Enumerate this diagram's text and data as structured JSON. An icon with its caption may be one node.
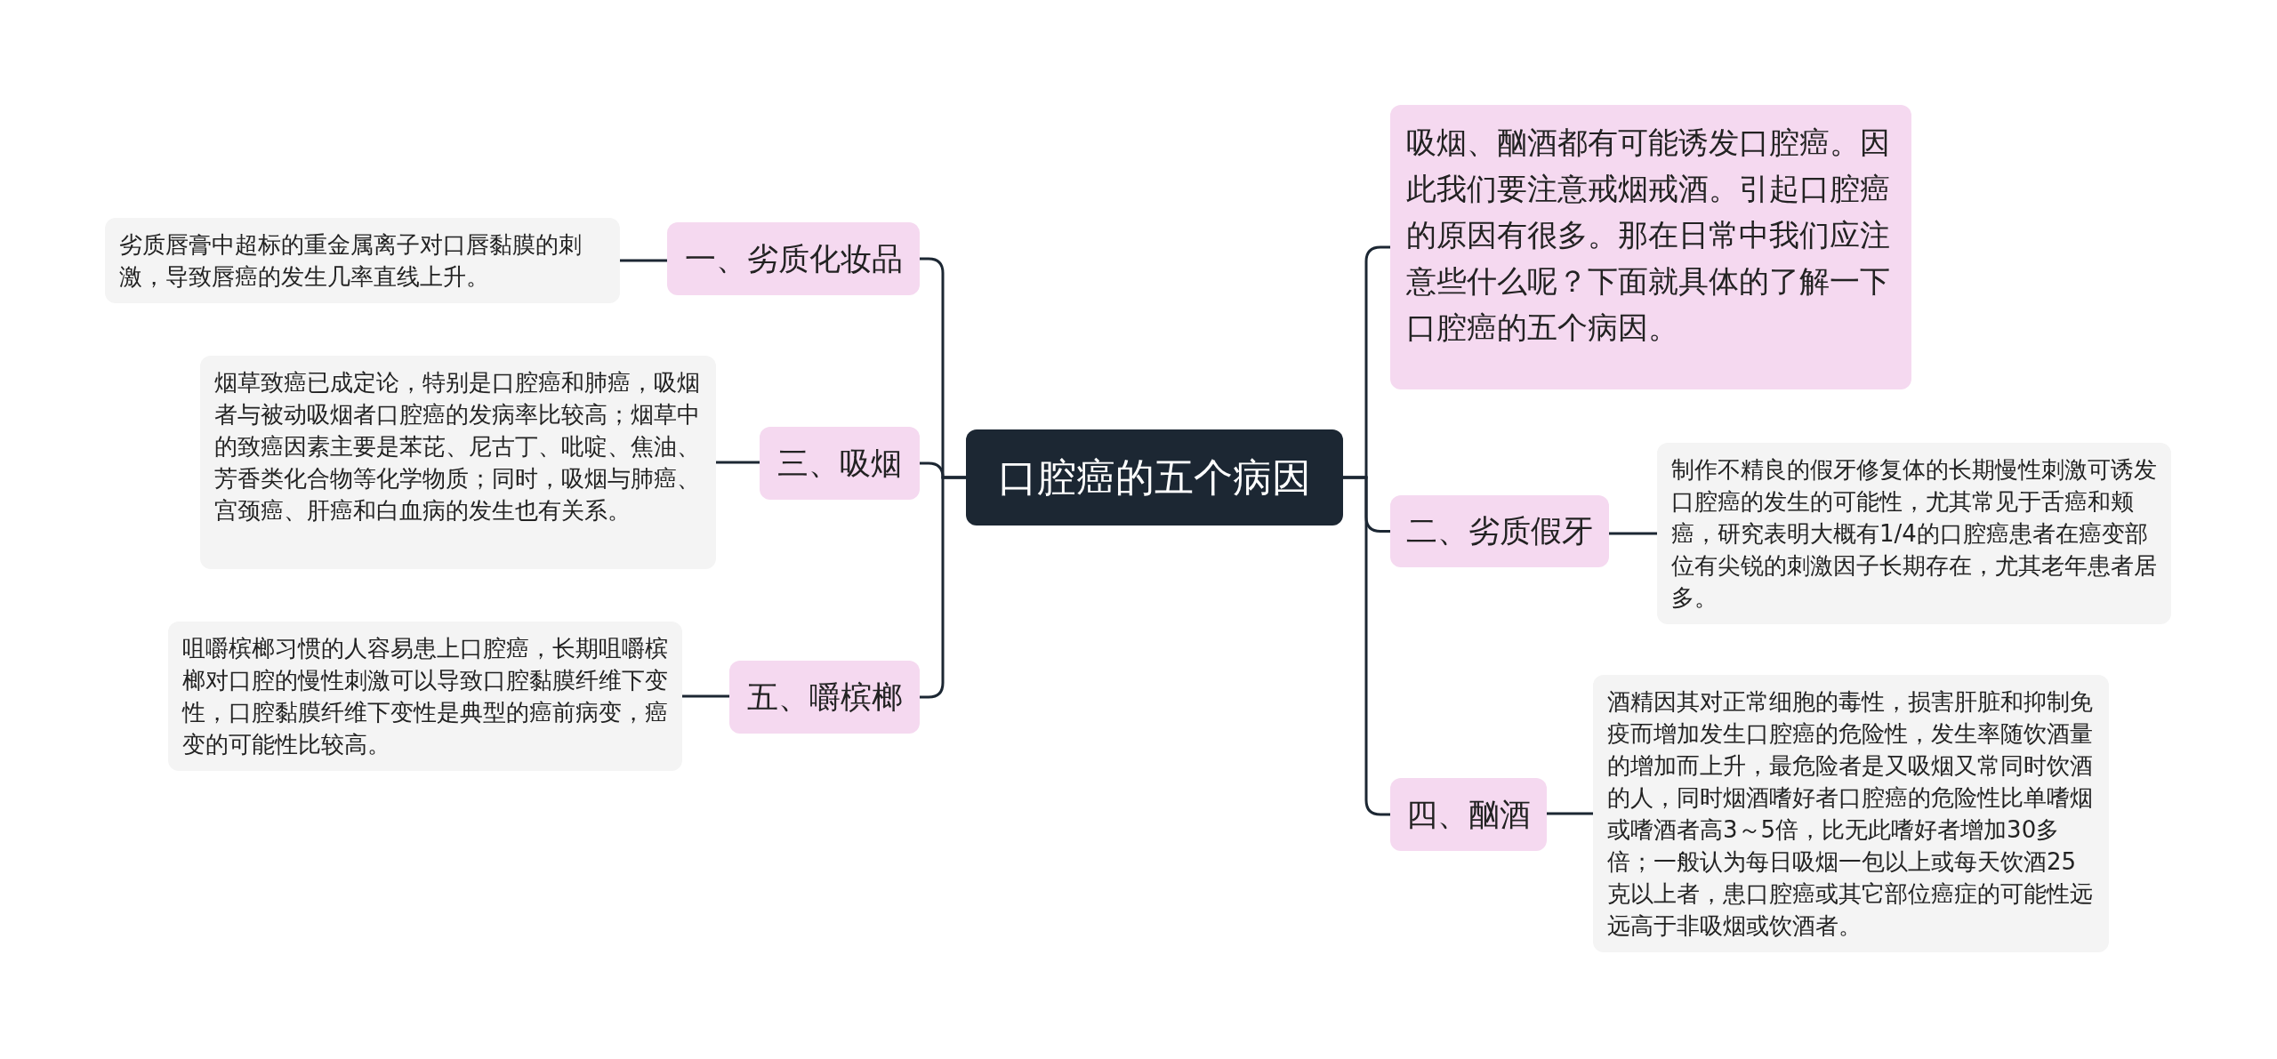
{
  "diagram": {
    "nodes": [
      {
        "text": [
          "口腔癌的五个病因"
        ]
      },
      {
        "text": [
          "一、劣质化妆品"
        ]
      },
      {
        "text": [
          "劣质唇膏中超标的重金属离子对口唇黏膜的刺激，导致唇癌的发生几率直线上升。"
        ]
      },
      {
        "text": [
          "三、吸烟"
        ]
      },
      {
        "text": [
          "烟草致癌已成定论，特别是口腔癌和肺癌，吸烟者与被动吸烟者口腔癌的发病率比较高；烟草中的致癌因素主要是苯芘、尼古丁、吡啶、焦油、芳香类化合物等化学物质；同时，吸烟与肺癌、宫颈癌、肝癌和白血病的发生也有关系。"
        ]
      },
      {
        "text": [
          "五、嚼槟榔"
        ]
      },
      {
        "text": [
          "咀嚼槟榔习惯的人容易患上口腔癌，长期咀嚼槟榔对口腔的慢性刺激可以导致口腔黏膜纤维下变性，口腔黏膜纤维下变性是典型的癌前病变，癌变的可能性比较高。"
        ]
      },
      {
        "text": [
          "吸烟、酗酒都有可能诱发口腔癌。因此我们要注意戒烟戒酒。引起口腔癌的原因有很多。那在日常中我们应注意些什么呢？下面就具体的了解一下口腔癌的五个病因。"
        ]
      },
      {
        "text": [
          "二、劣质假牙"
        ]
      },
      {
        "text": [
          "制作不精良的假牙修复体的长期慢性刺激可诱发口腔癌的发生的可能性，尤其常见于舌癌和颊癌，研究表明大概有1/4的口腔癌患者在癌变部位有尖锐的刺激因子长期存在，尤其老年患者居多。"
        ]
      },
      {
        "text": [
          "四、酗酒"
        ]
      },
      {
        "text": [
          "酒精因其对正常细胞的毒性，损害肝脏和抑制免疫而增加发生口腔癌的危险性，发生率随饮酒量的增加而上升，最危险者是又吸烟又常同时饮酒的人，同时烟酒嗜好者口腔癌的危险性比单嗜烟或嗜酒者高3～5倍，比无此嗜好者增加30多倍；一般认为每日吸烟一包以上或每天饮酒25克以上者，患口腔癌或其它部位癌症的可能性远远高于非吸烟或饮酒者。"
        ]
      }
    ],
    "edges": [
      {
        "from": 0,
        "to": 1,
        "arrow": "none"
      },
      {
        "from": 1,
        "to": 2,
        "arrow": "none"
      },
      {
        "from": 0,
        "to": 3,
        "arrow": "none"
      },
      {
        "from": 3,
        "to": 4,
        "arrow": "none"
      },
      {
        "from": 0,
        "to": 5,
        "arrow": "none"
      },
      {
        "from": 5,
        "to": 6,
        "arrow": "none"
      },
      {
        "from": 0,
        "to": 7,
        "arrow": "none"
      },
      {
        "from": 0,
        "to": 8,
        "arrow": "none"
      },
      {
        "from": 8,
        "to": 9,
        "arrow": "none"
      },
      {
        "from": 0,
        "to": 10,
        "arrow": "none"
      },
      {
        "from": 10,
        "to": 11,
        "arrow": "none"
      }
    ]
  }
}
